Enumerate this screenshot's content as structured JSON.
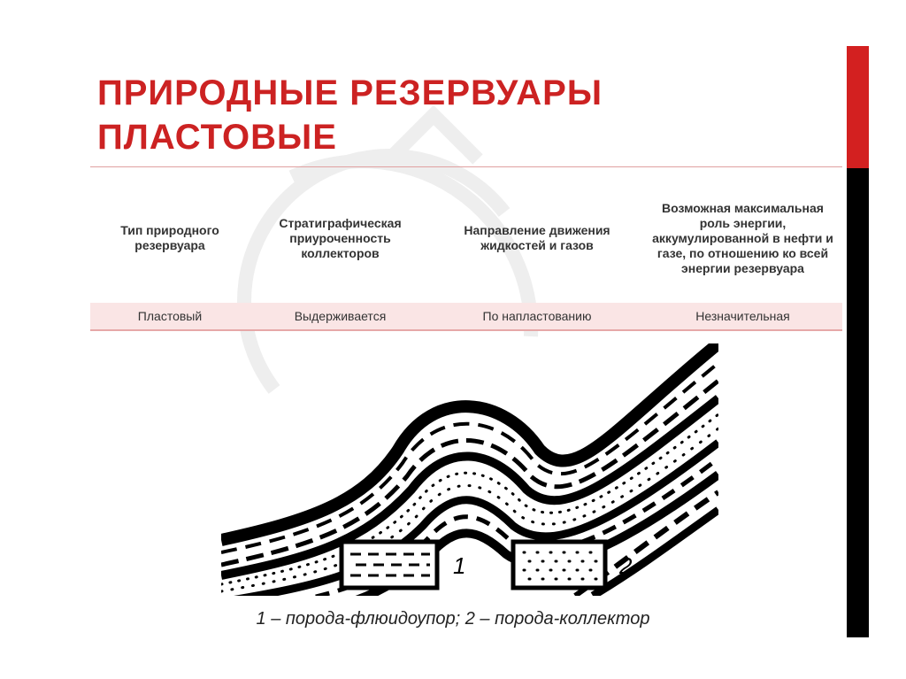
{
  "colors": {
    "title": "#cc2222",
    "accent": "#d32020",
    "rule": "#e0a0a0",
    "row_bg": "#fae5e5"
  },
  "slide": {
    "title_line1": "ПРИРОДНЫЕ РЕЗЕРВУАРЫ",
    "title_line2": "ПЛАСТОВЫЕ"
  },
  "table": {
    "headers": [
      "Тип природного резервуара",
      "Стратиграфическая приуроченность коллекторов",
      "Направление движения жидкостей и газов",
      "Возможная максимальная роль энергии, аккумулированной в нефти и газе, по отношению ко всей энергии резервуара"
    ],
    "rows": [
      [
        "Пластовый",
        "Выдерживается",
        "По напластованию",
        "Незначительная"
      ]
    ]
  },
  "diagram": {
    "legend_1": "1",
    "legend_2": "2"
  },
  "caption": "1 – порода-флюидоупор; 2 – порода-коллектор"
}
